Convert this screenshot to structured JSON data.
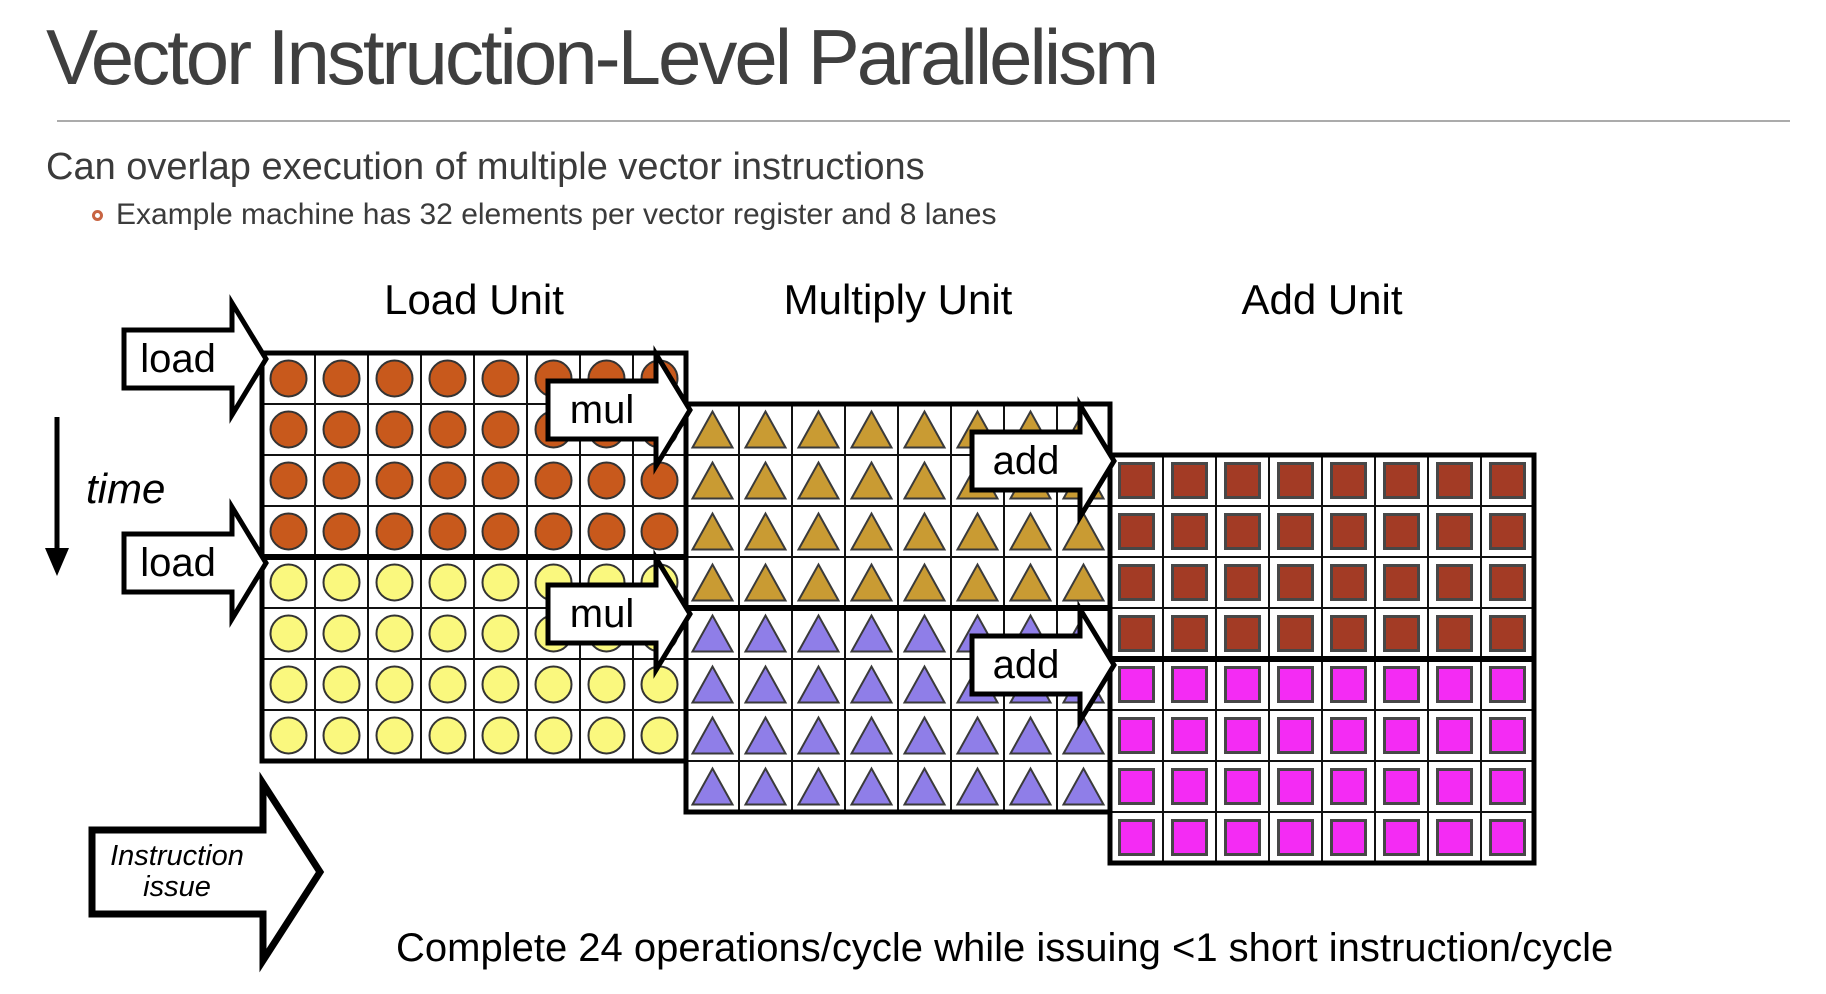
{
  "slide": {
    "title": "Vector Instruction-Level Parallelism",
    "subtitle": "Can overlap execution of multiple vector instructions",
    "bullet": "Example machine has 32 elements per vector register and 8 lanes",
    "caption": "Complete 24 operations/cycle while issuing <1 short instruction/cycle"
  },
  "labels": {
    "time": "time",
    "instruction_issue_line1": "Instruction",
    "instruction_issue_line2": "issue"
  },
  "diagram": {
    "lanes": 8,
    "rows": 8,
    "rows_per_instruction": 4,
    "units": [
      {
        "title": "Load Unit",
        "arrow_label": "load",
        "shape": "circle",
        "colors": [
          "#c8591c",
          "#faf87e"
        ]
      },
      {
        "title": "Multiply Unit",
        "arrow_label": "mul",
        "shape": "triangle",
        "colors": [
          "#c99b33",
          "#8f7ee8"
        ]
      },
      {
        "title": "Add Unit",
        "arrow_label": "add",
        "shape": "square",
        "colors": [
          "#a33b25",
          "#f42bf4"
        ]
      }
    ],
    "outline_color": "#000000",
    "bullet_marker_color": "#c86442"
  }
}
